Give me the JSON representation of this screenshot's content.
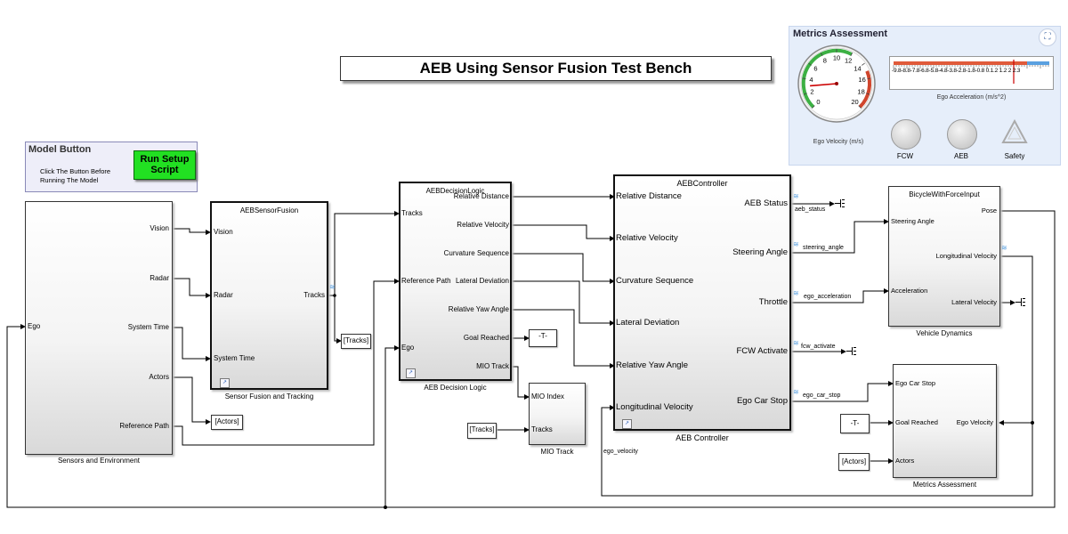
{
  "title": "AEB Using Sensor Fusion Test Bench",
  "model_button": {
    "heading": "Model Button",
    "note": "Click The Button Before\nRunning The Model",
    "run_button": "Run Setup\nScript"
  },
  "metrics_panel": {
    "title": "Metrics Assessment",
    "velocity_gauge": {
      "ticks": [
        "0",
        "2",
        "4",
        "6",
        "8",
        "10",
        "12",
        "14",
        "16",
        "18",
        "20"
      ],
      "label": "Ego Velocity (m/s)",
      "value": 3
    },
    "accel_scale": {
      "ticks": "-9.8-8.8-7.8-6.8-5.8-4.8-3.8-2.8-1.8-0.8 0.1.2 1.2 2 2.3",
      "label": "Ego Acceleration (m/s^2)"
    },
    "lamps": [
      "FCW",
      "AEB",
      "Safety"
    ]
  },
  "blocks": {
    "sensors_env": {
      "caption": "Sensors and Environment",
      "inputs": [
        "Ego"
      ],
      "outputs": [
        "Vision",
        "Radar",
        "System Time",
        "Actors",
        "Reference Path"
      ]
    },
    "sensor_fusion": {
      "title": "AEBSensorFusion",
      "caption": "Sensor Fusion and Tracking",
      "inputs": [
        "Vision",
        "Radar",
        "System Time"
      ],
      "outputs": [
        "Tracks"
      ]
    },
    "decision_logic": {
      "title": "AEBDecisionLogic",
      "caption": "AEB Decision Logic",
      "inputs": [
        "Tracks",
        "Reference Path",
        "Ego"
      ],
      "outputs": [
        "Relative Distance",
        "Relative Velocity",
        "Curvature Sequence",
        "Lateral Deviation",
        "Relative Yaw Angle",
        "Goal Reached",
        "MIO Track"
      ]
    },
    "mio_track": {
      "caption": "MIO Track",
      "inputs": [
        "MIO Index",
        "Tracks"
      ]
    },
    "aeb_controller": {
      "title": "AEBController",
      "caption": "AEB Controller",
      "inputs": [
        "Relative Distance",
        "Relative Velocity",
        "Curvature Sequence",
        "Lateral Deviation",
        "Relative Yaw Angle",
        "Longitudinal Velocity"
      ],
      "outputs": [
        "AEB Status",
        "Steering Angle",
        "Throttle",
        "FCW Activate",
        "Ego Car Stop"
      ]
    },
    "vehicle_dynamics": {
      "title": "BicycleWithForceInput",
      "caption": "Vehicle Dynamics",
      "inputs": [
        "Steering Angle",
        "Acceleration"
      ],
      "outputs": [
        "Pose",
        "Longitudinal Velocity",
        "Lateral Velocity"
      ]
    },
    "metrics_assessment": {
      "caption": "Metrics Assessment",
      "inputs": [
        "Ego Car Stop",
        "Goal Reached",
        "Actors"
      ],
      "outputs": [
        "Ego Velocity"
      ]
    }
  },
  "tags": {
    "tracks_out": "[Tracks]",
    "actors_out": "[Actors]",
    "goal_t": "-T-",
    "tracks_in": "[Tracks]",
    "t_in": "-T-",
    "actors_in": "[Actors]"
  },
  "signals": {
    "aeb_status": "aeb_status",
    "steering_angle": "steering_angle",
    "ego_acceleration": "ego_acceleration",
    "fcw_activate": "fcw_activate",
    "ego_car_stop": "ego_car_stop",
    "ego_velocity": "ego_velocity"
  }
}
